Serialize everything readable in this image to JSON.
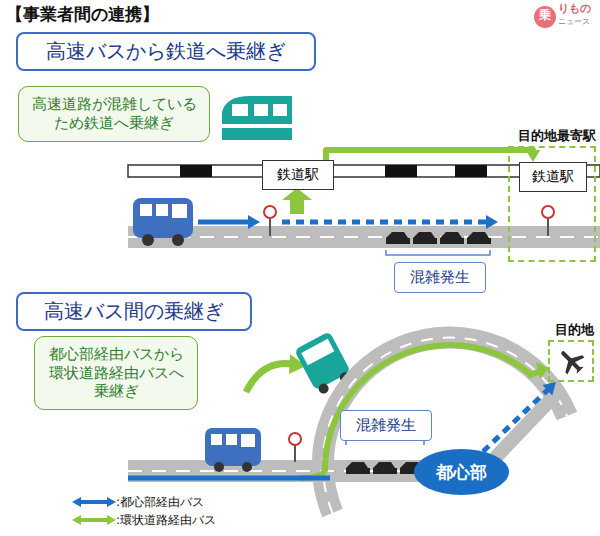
{
  "diagram": {
    "title": "【事業者間の連携】",
    "nodes": [
      {
        "text": [
          "高速バスから鉄道へ乗継ぎ"
        ]
      },
      {
        "text": [
          "高速道路が混雑しているため鉄道へ乗継ぎ"
        ]
      },
      {
        "text": [
          "鉄道駅"
        ]
      },
      {
        "text": [
          "目的地最寄駅"
        ]
      },
      {
        "text": [
          "鉄道駅"
        ],
        "in": 3
      },
      {
        "text": [
          "混雑発生"
        ]
      },
      {
        "text": [
          "高速バス間の乗継ぎ"
        ]
      },
      {
        "text": [
          "都心部経由バスから環状道路経由バスへ乗継ぎ"
        ]
      },
      {
        "text": [
          "目的地"
        ]
      },
      {
        "text": [
          "混雑発生"
        ]
      },
      {
        "text": [
          "都心部"
        ]
      }
    ],
    "edges": [
      {
        "from": 2,
        "to": 4,
        "arrow": "to"
      },
      {
        "from": 10,
        "to": 8,
        "arrow": "to"
      }
    ],
    "labels": [
      "乗",
      "りもの",
      "ニュース"
    ],
    "legend": [
      {
        "text": ":都心部経由バス",
        "color": "#1e6fc8"
      },
      {
        "text": ":環状道路経由バス",
        "color": "#8cc63f"
      }
    ]
  }
}
